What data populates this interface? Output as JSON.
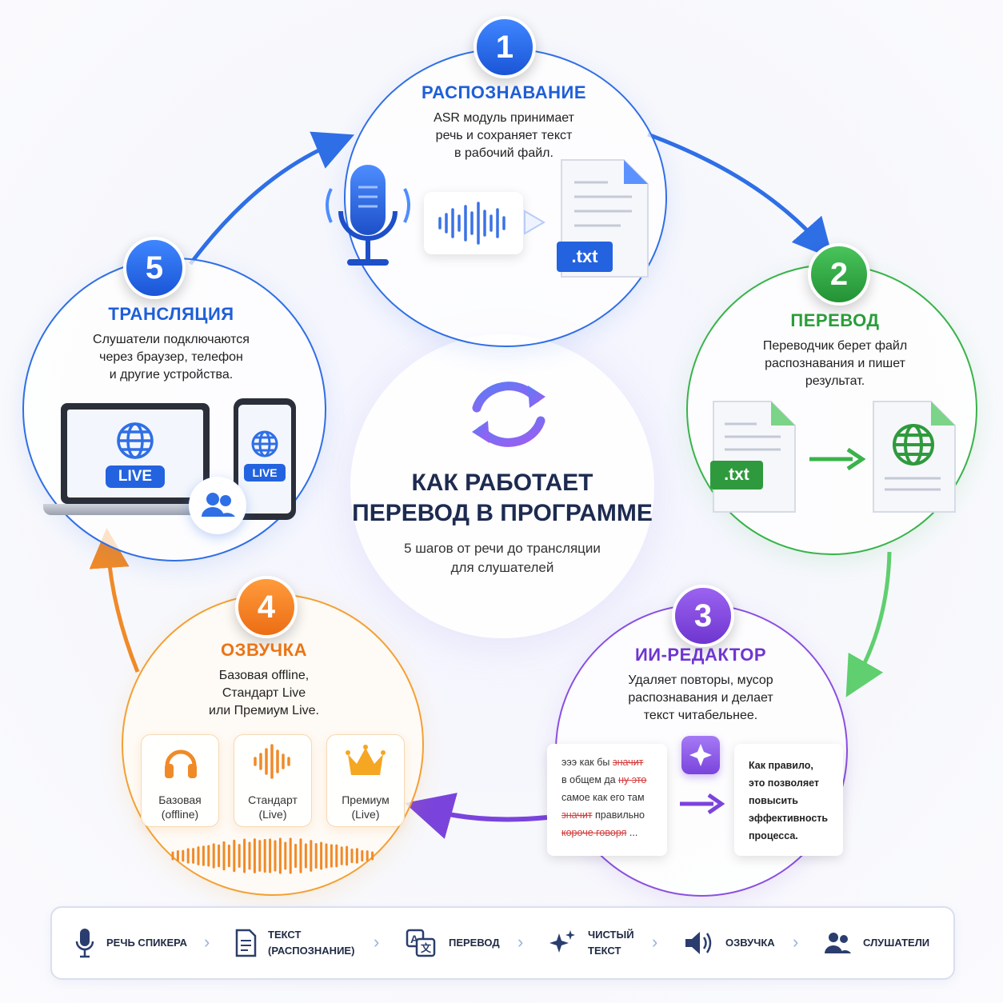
{
  "center": {
    "title_line1": "КАК РАБОТАЕТ",
    "title_line2": "ПЕРЕВОД В ПРОГРАММЕ",
    "subtitle_line1": "5 шагов от речи до трансляции",
    "subtitle_line2": "для слушателей"
  },
  "step1": {
    "number": "1",
    "title": "РАСПОЗНАВАНИЕ",
    "desc_line1": "ASR модуль принимает",
    "desc_line2": "речь и сохраняет текст",
    "desc_line3": "в рабочий файл.",
    "file_label": ".txt"
  },
  "step2": {
    "number": "2",
    "title": "ПЕРЕВОД",
    "desc_line1": "Переводчик берет файл",
    "desc_line2": "распознавания и пишет",
    "desc_line3": "результат.",
    "file_label": ".txt"
  },
  "step3": {
    "number": "3",
    "title": "ИИ-РЕДАКТОР",
    "desc_line1": "Удаляет повторы, мусор",
    "desc_line2": "распознавания и делает",
    "desc_line3": "текст читабельнее.",
    "raw": {
      "l1_a": "эээ как бы ",
      "l1_s": "значит",
      "l2_a": "в общем да ",
      "l2_s": "ну это",
      "l3_a": "самое как его там",
      "l4_s": "значит",
      "l4_b": " правильно",
      "l5_s": "короче говоря",
      "l5_b": " ..."
    },
    "clean": {
      "l1": "Как правило,",
      "l2": "это позволяет",
      "l3": "повысить",
      "l4": "эффективность",
      "l5": "процесса."
    }
  },
  "step4": {
    "number": "4",
    "title": "ОЗВУЧКА",
    "desc_line1": "Базовая offline,",
    "desc_line2": "Стандарт Live",
    "desc_line3": "или Премиум Live.",
    "voices": [
      {
        "name": "Базовая",
        "mode": "(offline)"
      },
      {
        "name": "Стандарт",
        "mode": "(Live)"
      },
      {
        "name": "Премиум",
        "mode": "(Live)"
      }
    ]
  },
  "step5": {
    "number": "5",
    "title": "ТРАНСЛЯЦИЯ",
    "desc_line1": "Слушатели подключаются",
    "desc_line2": "через браузер, телефон",
    "desc_line3": "и  другие устройства.",
    "laptop_live": "LIVE",
    "phone_live": "LIVE"
  },
  "bar": {
    "items": [
      {
        "l1": "РЕЧЬ СПИКЕРА",
        "l2": ""
      },
      {
        "l1": "ТЕКСТ",
        "l2": "(РАСПОЗНАНИЕ)"
      },
      {
        "l1": "ПЕРЕВОД",
        "l2": ""
      },
      {
        "l1": "ЧИСТЫЙ",
        "l2": "ТЕКСТ"
      },
      {
        "l1": "ОЗВУЧКА",
        "l2": ""
      },
      {
        "l1": "СЛУШАТЕЛИ",
        "l2": ""
      }
    ]
  },
  "colors": {
    "blue": "#2f6fe6",
    "green": "#39b34a",
    "purple": "#8a4fe0",
    "orange": "#f3a033"
  }
}
